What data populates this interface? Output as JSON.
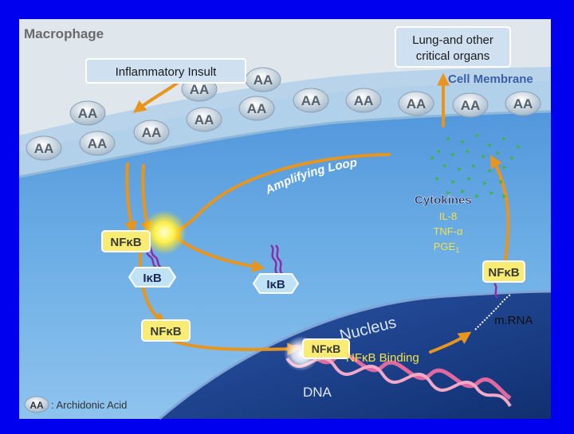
{
  "title": "Macrophage",
  "insult_label": "Inflammatory Insult",
  "organs_label": [
    "Lung-and other",
    "critical organs"
  ],
  "membrane_label": "Cell Membrane",
  "aa_token": "AA",
  "loop_label": "Amplifying Loop",
  "cytokines": {
    "title": "Cytokines",
    "items": [
      "IL-8",
      "TNF-α"
    ],
    "pge": {
      "base": "PGE",
      "sub": "1"
    }
  },
  "nfkb": "NFκB",
  "ikb": "IκB",
  "nucleus_label": "Nucleus",
  "mrna_label": "m.RNA",
  "binding_label": "NFκB Binding",
  "dna_label": "DNA",
  "legend": {
    "token": "AA",
    "text": ": Archidonic Acid"
  },
  "colors": {
    "frame": "#0000ee",
    "cytoplasm": "#5aa0e0",
    "membrane": "#b6d3ea",
    "nucleus": "#1c3f8c",
    "arrow": "#e8951e",
    "nfkb_box": "#f8ec72",
    "ikb_box": "#bfe3f5",
    "dots": "#3fb43a"
  }
}
